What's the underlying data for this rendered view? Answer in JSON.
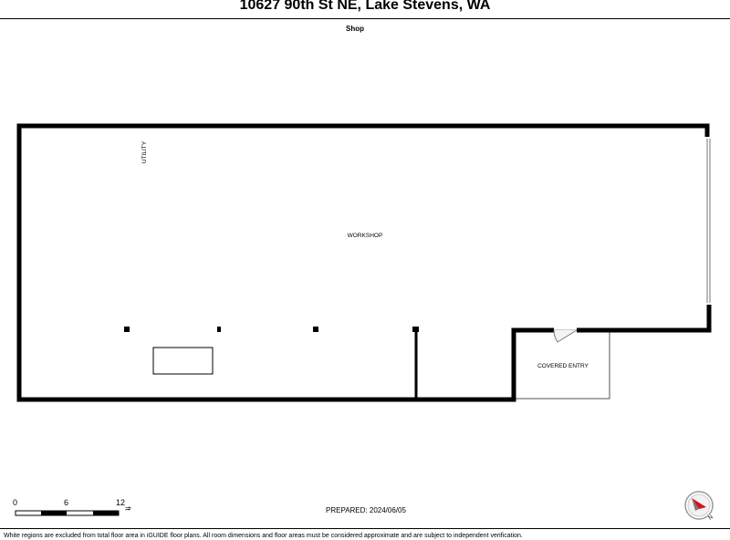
{
  "header": {
    "address": "10627 90th St NE, Lake Stevens, WA",
    "floor_name": "Shop"
  },
  "rooms": {
    "utility": "UTILITY",
    "workshop": "WORKSHOP",
    "covered_entry": "COVERED ENTRY"
  },
  "scale_bar": {
    "ticks": [
      "0",
      "6",
      "12"
    ],
    "unit": "ft"
  },
  "prepared": "PREPARED: 2024/06/05",
  "compass": {
    "north_label": "N",
    "accent_color": "#d0141e"
  },
  "disclaimer": "White regions are excluded from total floor area in iGUIDE floor plans. All room dimensions and floor areas must be considered approximate and are subject to independent verification."
}
